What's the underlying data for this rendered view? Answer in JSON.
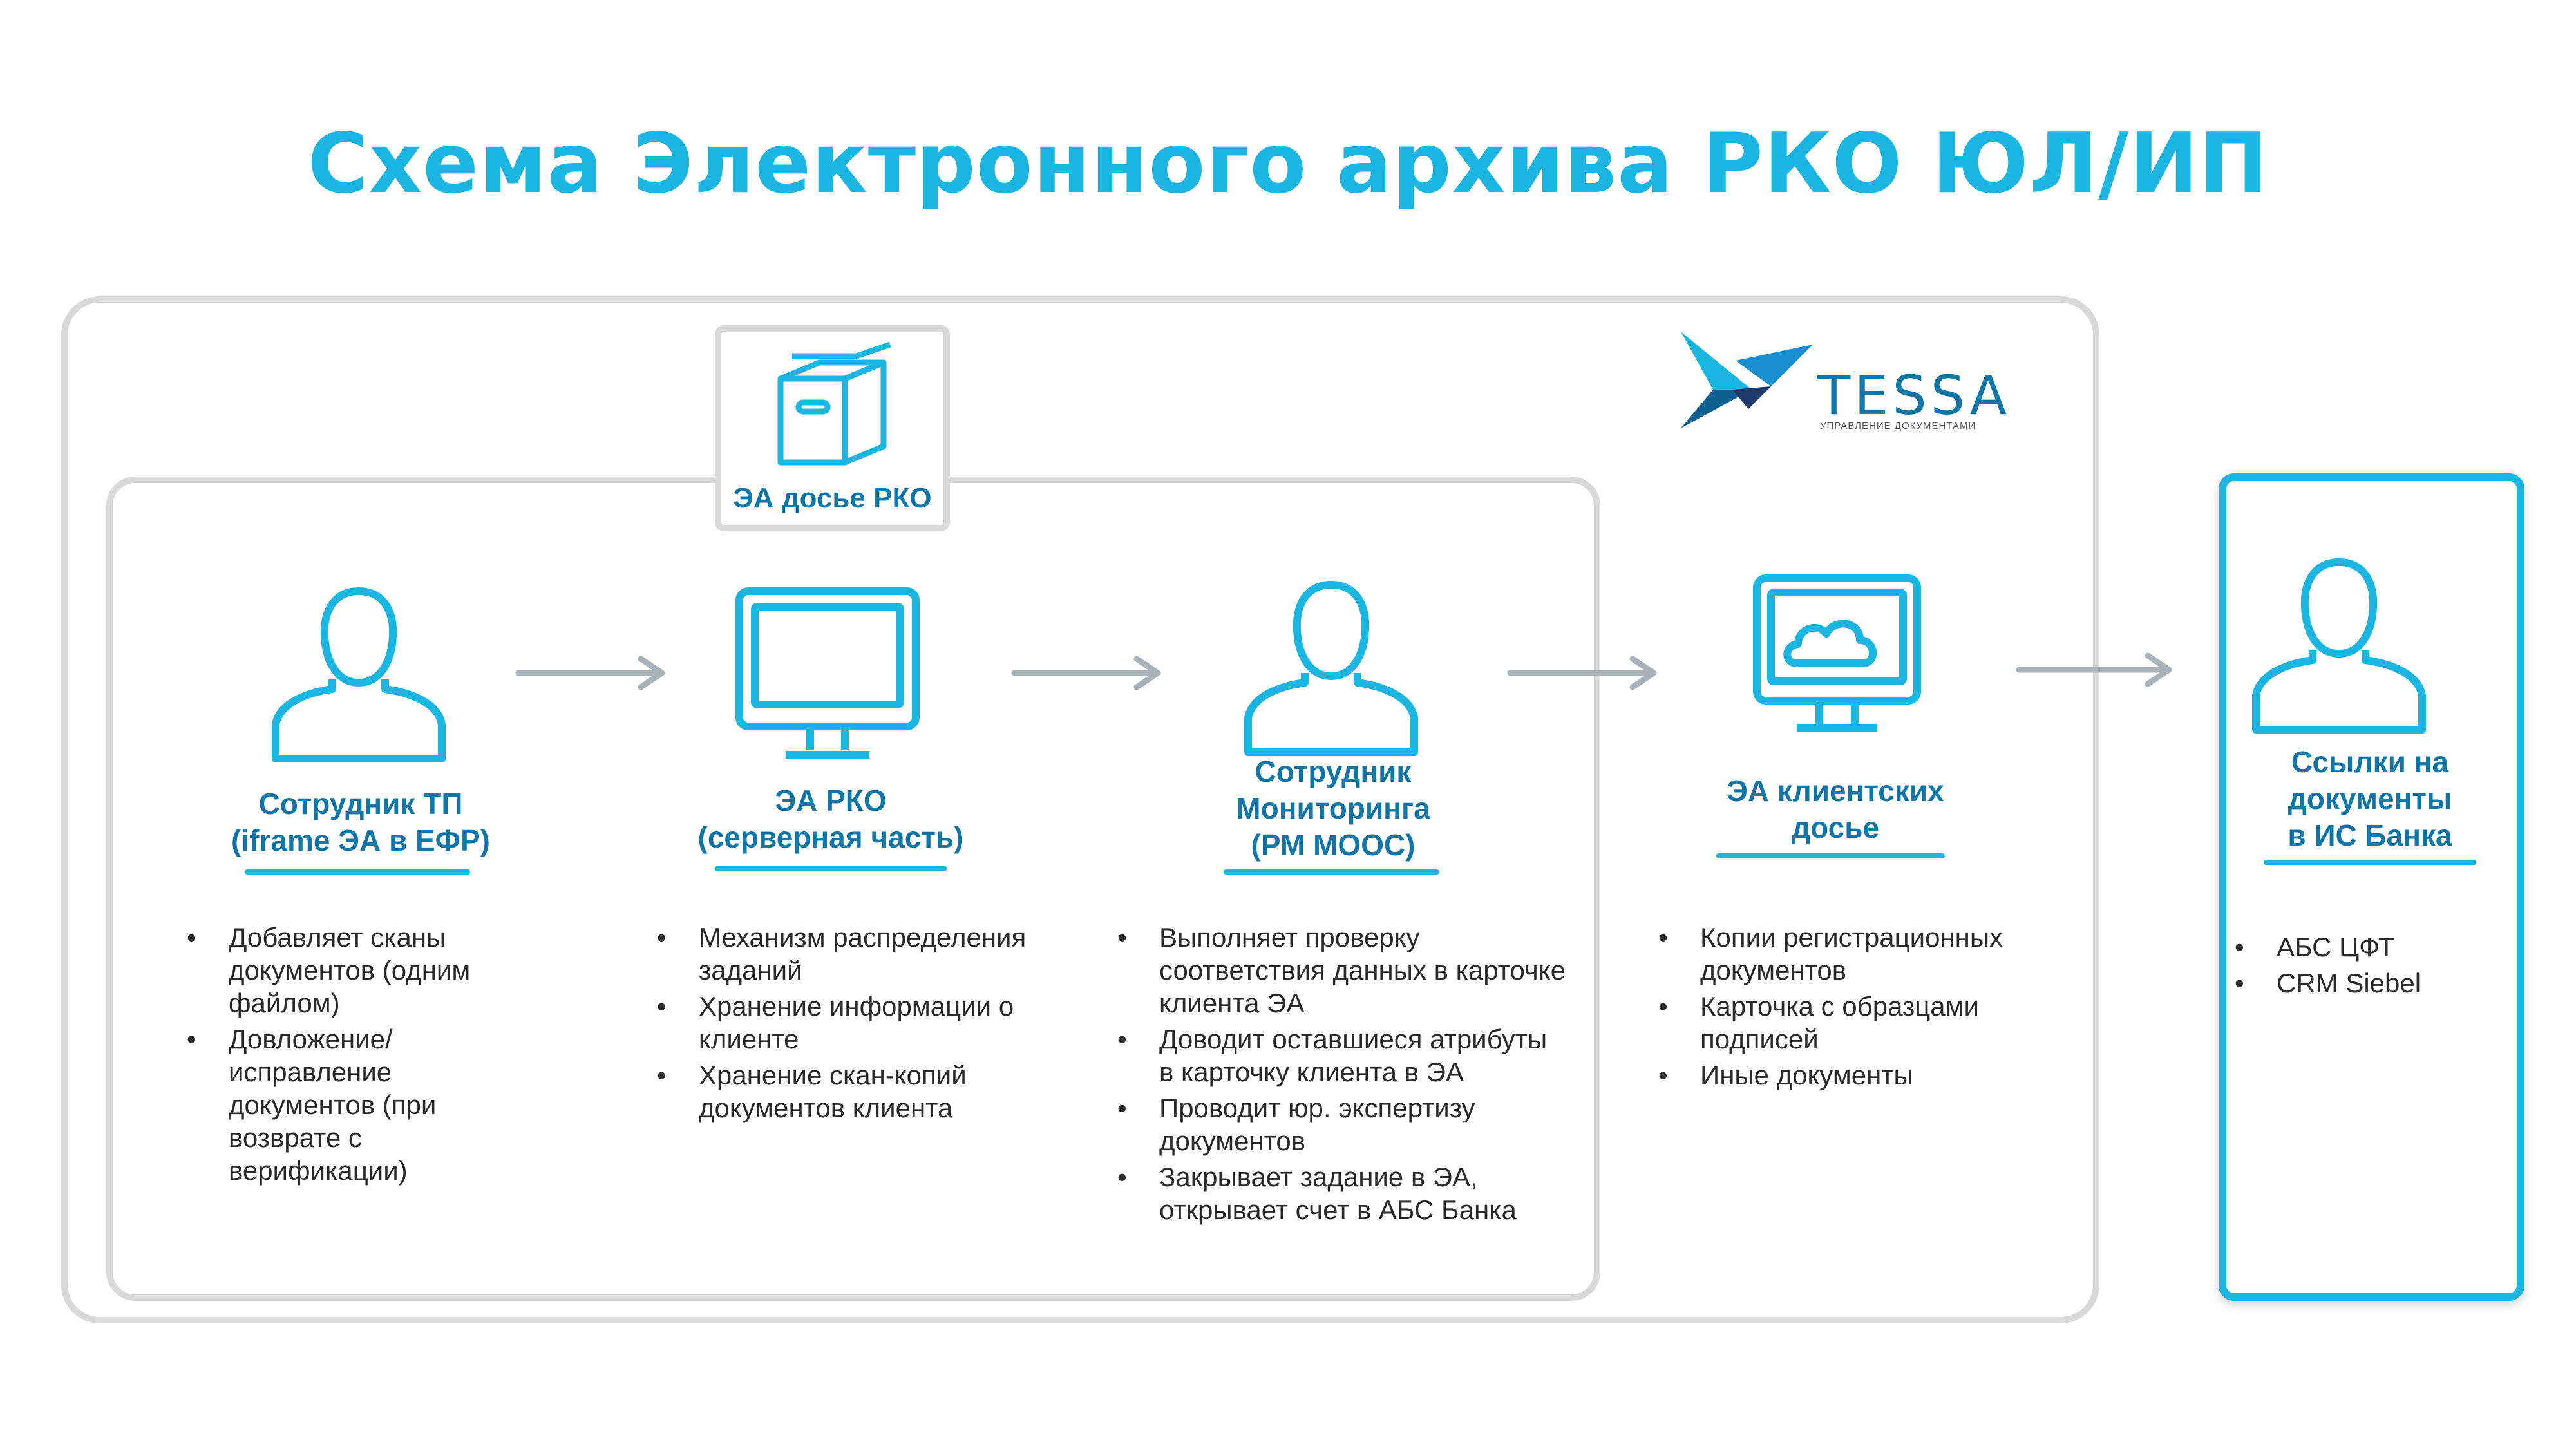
{
  "title": "Схема Электронного архива РКО ЮЛ/ИП",
  "logo": {
    "name": "TESSA",
    "subtitle": "УПРАВЛЕНИЕ ДОКУМЕНТАМИ"
  },
  "dossier_box": {
    "label": "ЭА досье РКО",
    "icon": "archive-box-icon"
  },
  "nodes": [
    {
      "id": "tp",
      "icon": "person-icon",
      "lines": [
        "Сотрудник ТП",
        "(iframe ЭА в ЕФР)"
      ],
      "bullets": [
        "Добавляет сканы документов (одним файлом)",
        "Довложение/исправление документов (при возврате с верификации)"
      ]
    },
    {
      "id": "ea",
      "icon": "monitor-icon",
      "lines": [
        "ЭА РКО",
        "(серверная часть)"
      ],
      "bullets": [
        "Механизм распределения заданий",
        "Хранение информации о клиенте",
        "Хранение скан-копий документов клиента"
      ]
    },
    {
      "id": "mon",
      "icon": "person-icon",
      "lines": [
        "Сотрудник",
        "Мониторинга",
        "(РМ МООС)"
      ],
      "bullets": [
        "Выполняет проверку соответствия данных в карточке клиента ЭА",
        "Доводит оставшиеся атрибуты в карточку клиента в ЭА",
        "Проводит юр. экспертизу документов",
        "Закрывает задание в ЭА, открывает счет в АБС Банка"
      ]
    },
    {
      "id": "client",
      "icon": "cloud-monitor-icon",
      "lines": [
        "ЭА клиентских",
        "досье"
      ],
      "bullets": [
        "Копии регистрационных документов",
        "Карточка с образцами подписей",
        "Иные документы"
      ]
    },
    {
      "id": "links",
      "icon": "person-icon",
      "lines": [
        "Ссылки на",
        "документы",
        "в ИС Банка"
      ],
      "bullets": [
        "АБС ЦФТ",
        "CRM Siebel"
      ]
    }
  ],
  "colors": {
    "accent": "#1ab5e0",
    "label": "#1076a8",
    "border": "#d9d9d9",
    "arrow": "#a9b2b8"
  }
}
